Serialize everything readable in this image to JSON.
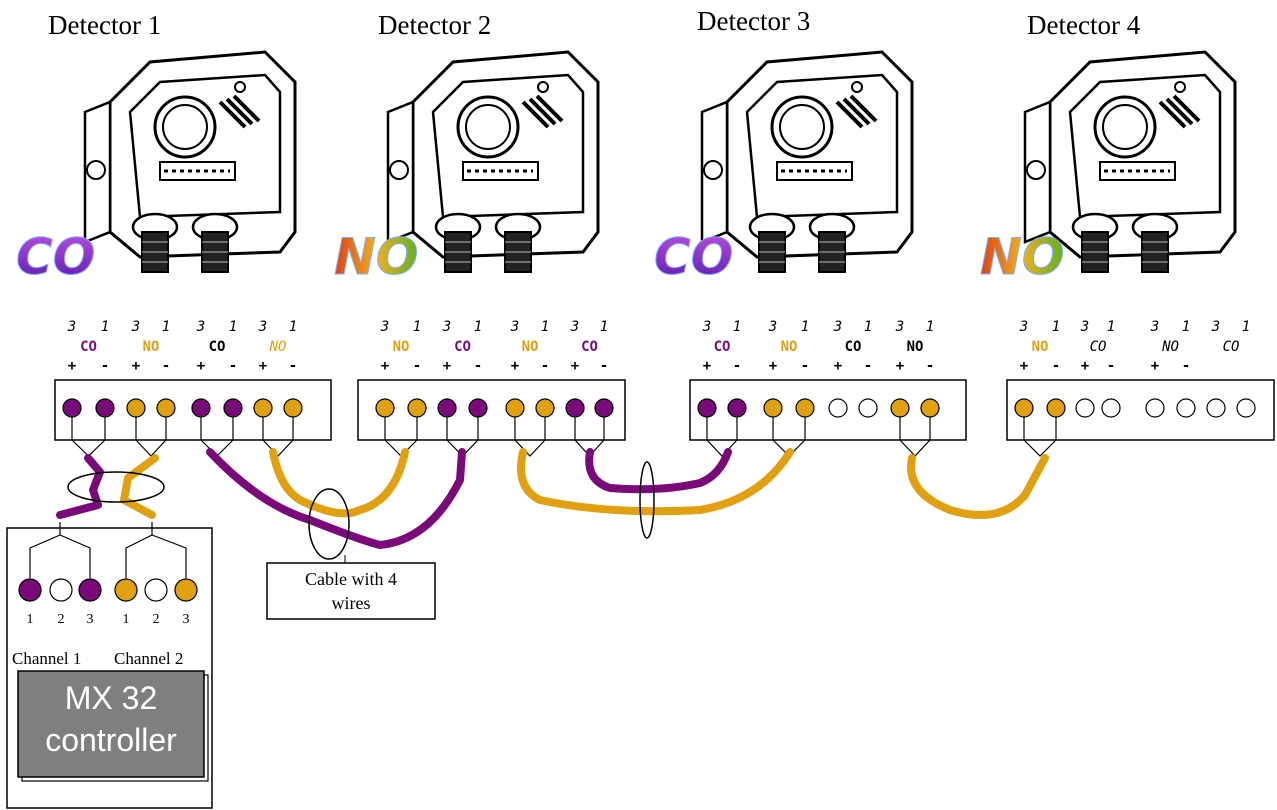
{
  "detectors": [
    {
      "title": "Detector 1",
      "gas": "CO",
      "pins": [
        "3",
        "1",
        "3",
        "1",
        "3",
        "1",
        "3",
        "1"
      ],
      "terminal_labels": [
        {
          "text": "CO",
          "style": "bold",
          "color": "purple"
        },
        {
          "text": "NO",
          "style": "bold",
          "color": "orange"
        },
        {
          "text": "CO",
          "style": "bold",
          "color": "black"
        },
        {
          "text": "NO",
          "style": "italic",
          "color": "orange"
        }
      ],
      "polarity": [
        "+",
        "-",
        "+",
        "-",
        "+",
        "-",
        "+",
        "-"
      ],
      "terminals": [
        "purple",
        "purple",
        "orange",
        "orange",
        "purple",
        "purple",
        "orange",
        "orange"
      ]
    },
    {
      "title": "Detector 2",
      "gas": "NO",
      "pins": [
        "3",
        "1",
        "3",
        "1",
        "3",
        "1",
        "3",
        "1"
      ],
      "terminal_labels": [
        {
          "text": "NO",
          "style": "bold",
          "color": "orange"
        },
        {
          "text": "CO",
          "style": "bold",
          "color": "purple"
        },
        {
          "text": "NO",
          "style": "bold",
          "color": "orange"
        },
        {
          "text": "CO",
          "style": "bold",
          "color": "purple"
        }
      ],
      "polarity": [
        "+",
        "-",
        "+",
        "-",
        "+",
        "-",
        "+",
        "-"
      ],
      "terminals": [
        "orange",
        "orange",
        "purple",
        "purple",
        "orange",
        "orange",
        "purple",
        "purple"
      ]
    },
    {
      "title": "Detector 3",
      "gas": "CO",
      "pins": [
        "3",
        "1",
        "3",
        "1",
        "3",
        "1",
        "3",
        "1"
      ],
      "terminal_labels": [
        {
          "text": "CO",
          "style": "bold",
          "color": "purple"
        },
        {
          "text": "NO",
          "style": "bold",
          "color": "orange"
        },
        {
          "text": "CO",
          "style": "bold",
          "color": "black"
        },
        {
          "text": "NO",
          "style": "bold",
          "color": "black"
        }
      ],
      "polarity": [
        "+",
        "-",
        "+",
        "-",
        "+",
        "-",
        "+",
        "-"
      ],
      "terminals": [
        "purple",
        "purple",
        "orange",
        "orange",
        "empty",
        "empty",
        "orange",
        "orange"
      ]
    },
    {
      "title": "Detector 4",
      "gas": "NO",
      "pins": [
        "3",
        "1",
        "3",
        "1",
        "3",
        "1",
        "3",
        "1"
      ],
      "terminal_labels": [
        {
          "text": "NO",
          "style": "bold",
          "color": "orange"
        },
        {
          "text": "CO",
          "style": "italic",
          "color": "black"
        },
        {
          "text": "NO",
          "style": "italic",
          "color": "black"
        },
        {
          "text": "CO",
          "style": "italic",
          "color": "black"
        }
      ],
      "polarity": [
        "+",
        "-",
        "+",
        "-",
        "+",
        "-"
      ],
      "terminals": [
        "orange",
        "orange",
        "empty",
        "empty",
        "empty",
        "empty",
        "empty",
        "empty"
      ]
    }
  ],
  "controller": {
    "terminal_numbers": [
      "1",
      "2",
      "3",
      "1",
      "2",
      "3"
    ],
    "terminals": [
      "purple",
      "empty",
      "purple",
      "orange",
      "empty",
      "orange"
    ],
    "channel_1": "Channel 1",
    "channel_2": "Channel 2",
    "name_line1": "MX 32",
    "name_line2": "controller"
  },
  "cable_note": {
    "line1": "Cable with 4",
    "line2": "wires"
  },
  "colors": {
    "purple": "#7a0a7a",
    "orange": "#e0a010",
    "gas_co": "#8a2ad0",
    "gas_no": "#e8a818",
    "controller_fill": "#7f7f7f"
  }
}
